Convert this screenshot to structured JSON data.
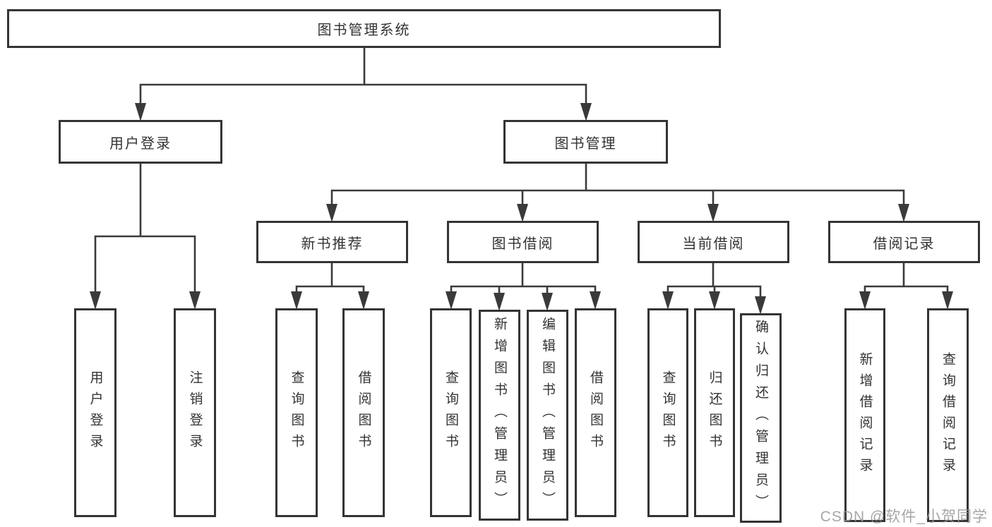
{
  "nodes": {
    "root": "图书管理系统",
    "user_login": "用户登录",
    "book_management": "图书管理",
    "new_book_recommend": "新书推荐",
    "book_borrow": "图书借阅",
    "current_borrow": "当前借阅",
    "borrow_records": "借阅记录",
    "ul_user_login": "用户登录",
    "ul_logout": "注销登录",
    "nb_query_book": "查询图书",
    "nb_borrow_book": "借阅图书",
    "bb_query_book": "查询图书",
    "bb_add_book": "新增图书（管理员）",
    "bb_edit_book": "编辑图书（管理员）",
    "bb_borrow_book": "借阅图书",
    "cb_query_book": "查询图书",
    "cb_return_book": "归还图书",
    "cb_confirm_return": "确认归还（管理员）",
    "br_add_record": "新增借阅记录",
    "br_query_record": "查询借阅记录"
  },
  "hierarchy": {
    "label": "图书管理系统",
    "children": [
      {
        "label": "用户登录",
        "children": [
          {
            "label": "用户登录"
          },
          {
            "label": "注销登录"
          }
        ]
      },
      {
        "label": "图书管理",
        "children": [
          {
            "label": "新书推荐",
            "children": [
              {
                "label": "查询图书"
              },
              {
                "label": "借阅图书"
              }
            ]
          },
          {
            "label": "图书借阅",
            "children": [
              {
                "label": "查询图书"
              },
              {
                "label": "新增图书（管理员）"
              },
              {
                "label": "编辑图书（管理员）"
              },
              {
                "label": "借阅图书"
              }
            ]
          },
          {
            "label": "当前借阅",
            "children": [
              {
                "label": "查询图书"
              },
              {
                "label": "归还图书"
              },
              {
                "label": "确认归还（管理员）"
              }
            ]
          },
          {
            "label": "借阅记录",
            "children": [
              {
                "label": "新增借阅记录"
              },
              {
                "label": "查询借阅记录"
              }
            ]
          }
        ]
      }
    ]
  },
  "watermark": {
    "text": "CSDN @软件_小贺同学",
    "color": "#9a9a9a"
  },
  "colors": {
    "line": "#3a3a3a",
    "box_border": "#343434",
    "box_background": "#ffffff",
    "text": "#333333",
    "page_background": "#ffffff"
  }
}
